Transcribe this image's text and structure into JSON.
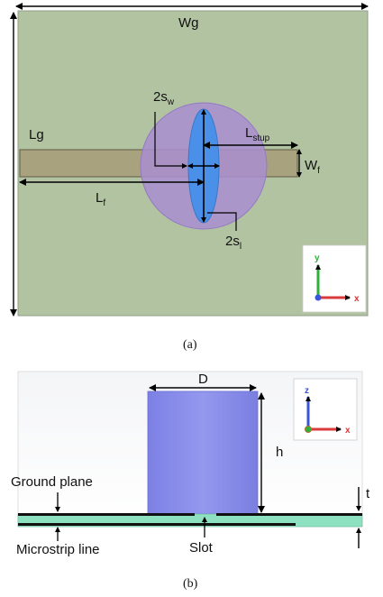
{
  "panel_a": {
    "wg": "Wg",
    "lg": "Lg",
    "sw_main": "2s",
    "sw_sub": "w",
    "lstup_main": "L",
    "lstup_sub": "stup",
    "wf_main": "W",
    "wf_sub": "f",
    "lf_main": "L",
    "lf_sub": "f",
    "sl_main": "2s",
    "sl_sub": "l",
    "axis_y": "y",
    "axis_x": "x",
    "caption": "(a)"
  },
  "panel_b": {
    "d": "D",
    "h": "h",
    "t": "t",
    "ground_plane": "Ground plane",
    "microstrip": "Microstrip line",
    "slot": "Slot",
    "axis_z": "z",
    "axis_x": "x",
    "caption": "(b)"
  },
  "colors": {
    "substrate": "#b2c3a2",
    "dra_circle": "#a98ed0",
    "slot": "#4a90e8",
    "feed": "#a8a27e",
    "dra_side": "#8a8de8",
    "substrate_side": "#8de0c0"
  }
}
